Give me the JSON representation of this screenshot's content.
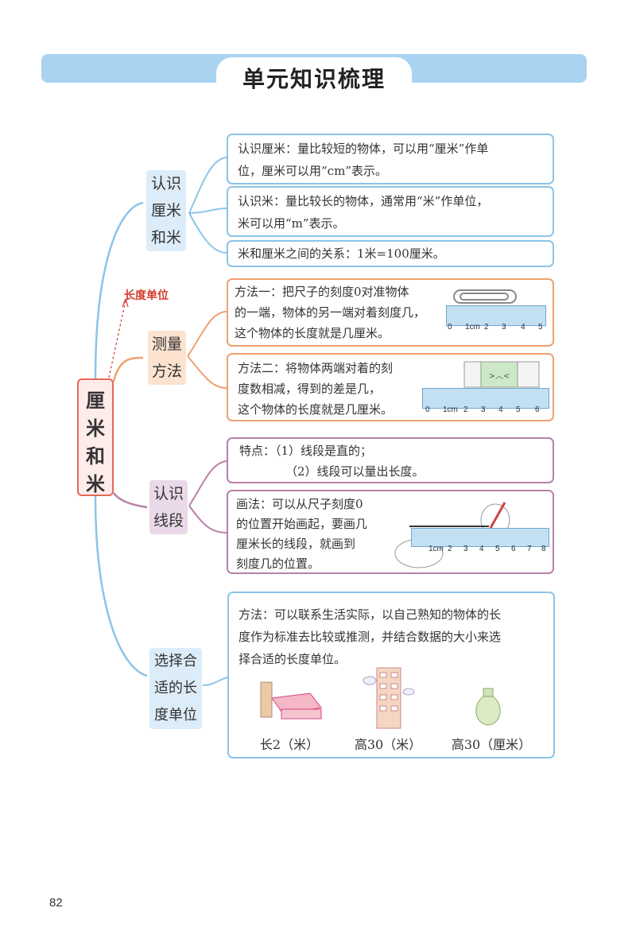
{
  "header": {
    "title": "单元知识梳理"
  },
  "root": {
    "chars": [
      "厘",
      "米",
      "和",
      "米"
    ]
  },
  "branch_unit_label": "长度单位",
  "branches": {
    "b1": {
      "lines": [
        "认识",
        "厘米",
        "和米"
      ]
    },
    "b2": {
      "lines": [
        "测量",
        "方法"
      ]
    },
    "b3": {
      "lines": [
        "认识",
        "线段"
      ]
    },
    "b4": {
      "lines": [
        "选择合",
        "适的长",
        "度单位"
      ]
    }
  },
  "boxes": {
    "cm": {
      "l1": "认识厘米：量比较短的物体，可以用“厘米”作单",
      "l2": "位，厘米可以用“cm”表示。"
    },
    "m": {
      "l1": "认识米：量比较长的物体，通常用“米”作单位，",
      "l2": "米可以用“m”表示。"
    },
    "rel": {
      "l1": "米和厘米之间的关系：1米=100厘米。"
    },
    "method1": {
      "l1": "方法一：把尺子的刻度0对准物体",
      "l2": "的一端，物体的另一端对着刻度几，",
      "l3": "这个物体的长度就是几厘米。"
    },
    "method2": {
      "l1": "方法二：将物体两端对着的刻",
      "l2": "度数相减，得到的差是几，",
      "l3": "这个物体的长度就是几厘米。"
    },
    "features": {
      "l1": "特点：（1）线段是直的；",
      "l2": "（2）线段可以量出长度。"
    },
    "draw": {
      "l1": "画法：可以从尺子刻度0",
      "l2": "的位置开始画起，要画几",
      "l3": "厘米长的线段，就画到",
      "l4": "刻度几的位置。"
    },
    "choose": {
      "l1": "方法：可以联系生活实际，以自己熟知的物体的长",
      "l2": "度作为标准去比较或推测，并结合数据的大小来选",
      "l3": "择合适的长度单位。"
    }
  },
  "rulers": {
    "r1": [
      "0",
      "1cm",
      "2",
      "3",
      "4",
      "5"
    ],
    "r2": [
      "0",
      "1cm",
      "2",
      "3",
      "4",
      "5",
      "6"
    ],
    "r3": [
      "1cm",
      "2",
      "3",
      "4",
      "5",
      "6",
      "7",
      "8"
    ]
  },
  "captions": {
    "bed": "长2（米）",
    "building": "高30（米）",
    "vase": "高30（厘米）"
  },
  "page_number": "82",
  "colors": {
    "blue": "#8cc4e8",
    "orange": "#f0a070",
    "purple": "#b880a8",
    "red": "#e4695a"
  }
}
